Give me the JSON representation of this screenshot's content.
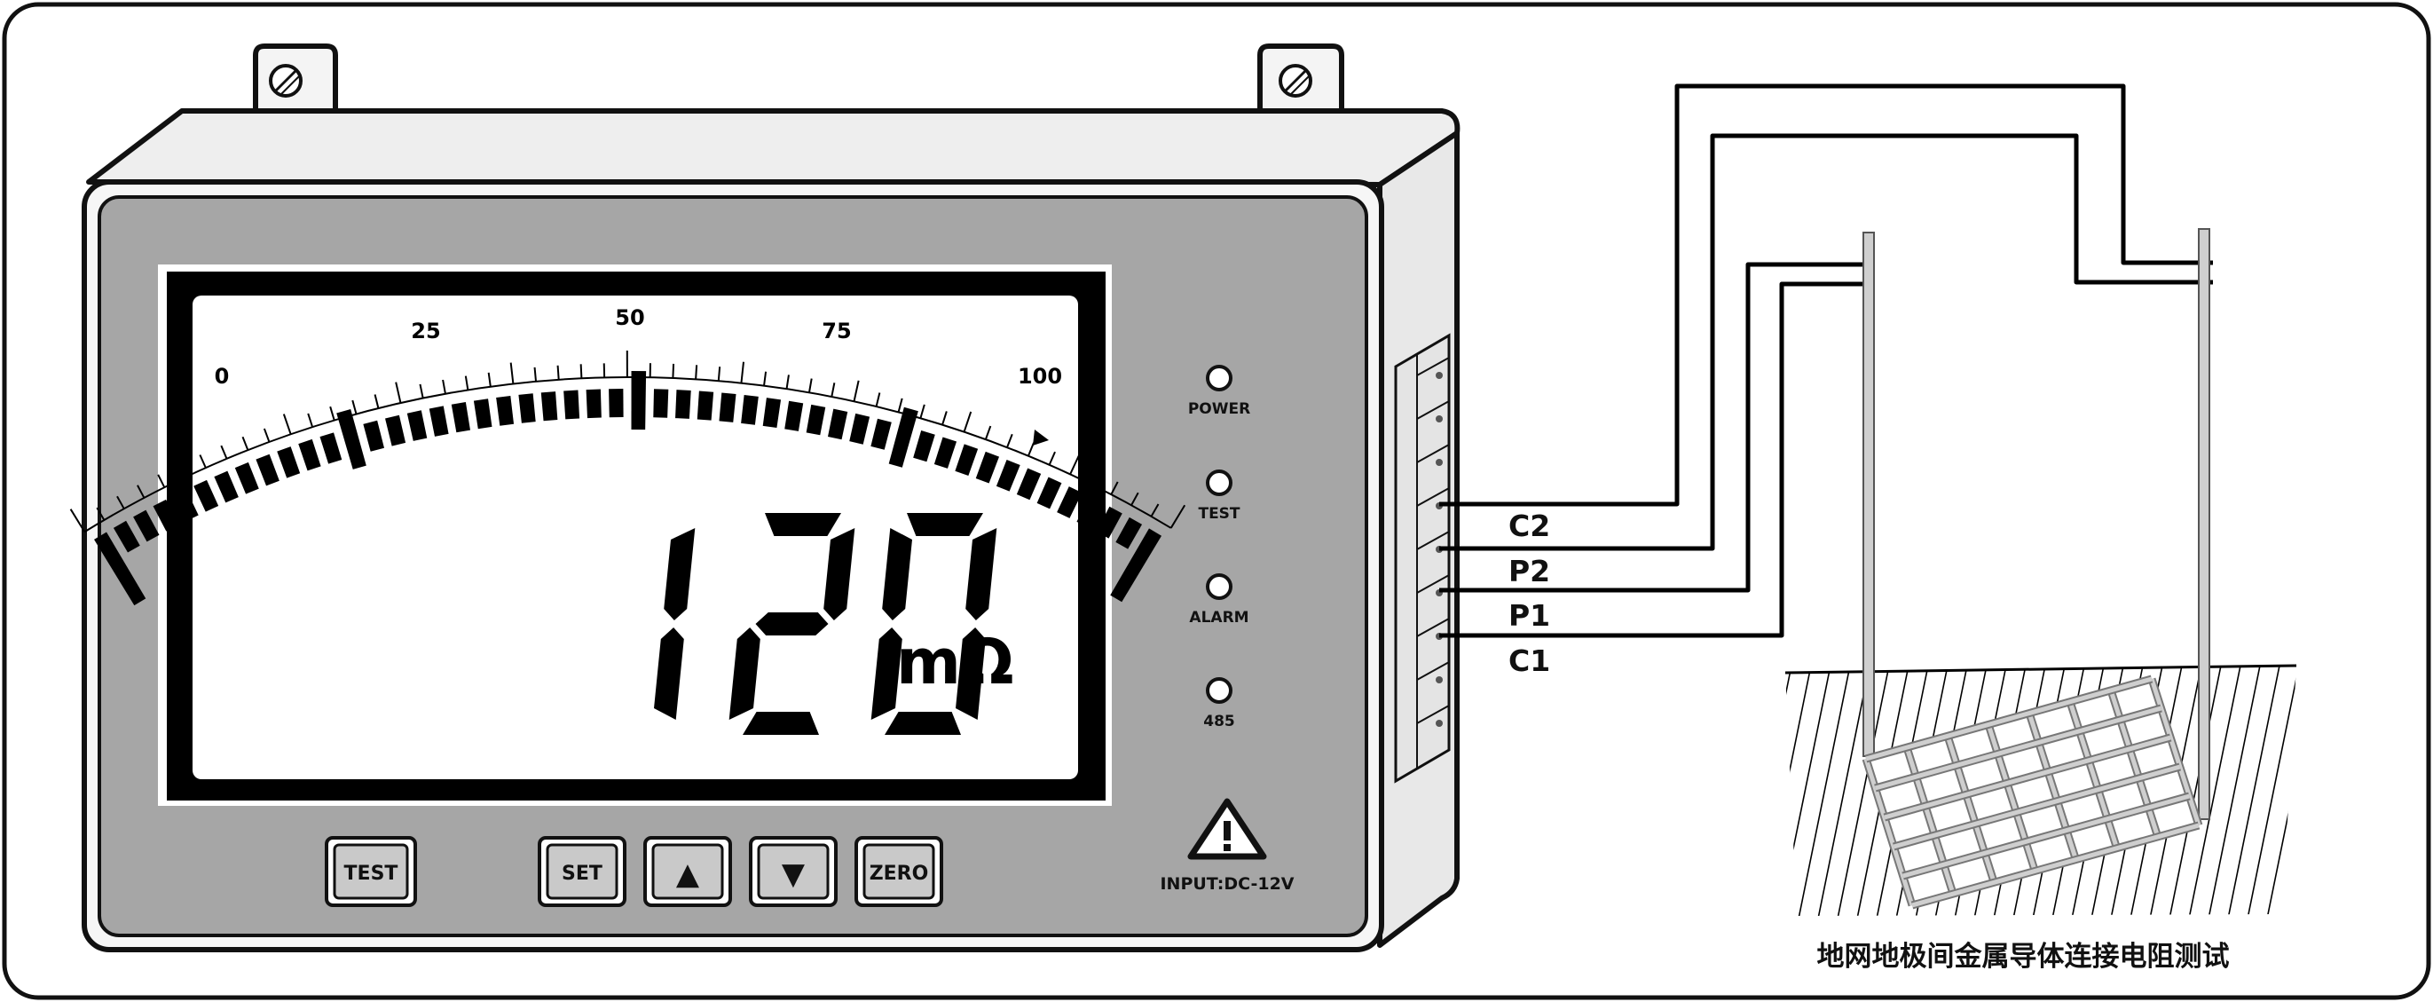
{
  "meter": {
    "scale_ticks": [
      "0",
      "25",
      "50",
      "75",
      "100"
    ],
    "reading_value": "120",
    "reading_unit": "mΩ",
    "bar_level": 1.0
  },
  "indicators": [
    {
      "label": "POWER"
    },
    {
      "label": "TEST"
    },
    {
      "label": "ALARM"
    },
    {
      "label": "485"
    }
  ],
  "buttons": {
    "test": "TEST",
    "set": "SET",
    "up": "▲",
    "down": "▼",
    "zero": "ZERO"
  },
  "input_label": "INPUT:DC-12V",
  "terminals": [
    "C2",
    "P2",
    "P1",
    "C1"
  ],
  "caption": "地网地极间金属导体连接电阻测试",
  "colors": {
    "panel": "#a6a6a6",
    "lcd_bg": "#ffffff",
    "lcd_frame": "#000000",
    "housing": "#eeeeee"
  }
}
